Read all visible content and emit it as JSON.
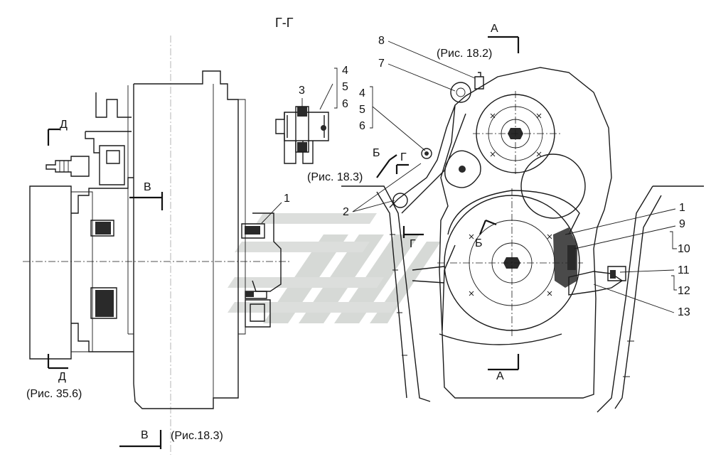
{
  "section_title": "Г-Г",
  "callouts": {
    "n1_left": "1",
    "n1_right": "1",
    "n2": "2",
    "n3": "3",
    "n4_top": "4",
    "n5_top": "5",
    "n6_top": "6",
    "n4_mid": "4",
    "n5_mid": "5",
    "n6_mid": "6",
    "n7": "7",
    "n8": "8",
    "n9": "9",
    "n10": "10",
    "n11": "11",
    "n12": "12",
    "n13": "13"
  },
  "section_marks": {
    "a_top": "А",
    "a_bottom": "А",
    "b_top": "Б",
    "b_mid": "Б",
    "v_left": "В",
    "v_bottom": "В",
    "g_top": "Г",
    "g_mid": "Г",
    "d_top": "Д",
    "d_bottom": "Д"
  },
  "references": {
    "fig_18_2": "(Рис. 18.2)",
    "fig_18_3_mid": "(Рис. 18.3)",
    "fig_35_6": "(Рис. 35.6)",
    "fig_18_3_bottom": "(Рис.18.3)"
  },
  "watermark": {
    "color": "#c8ccc8",
    "shape": "diagonal-stripes-logo"
  }
}
